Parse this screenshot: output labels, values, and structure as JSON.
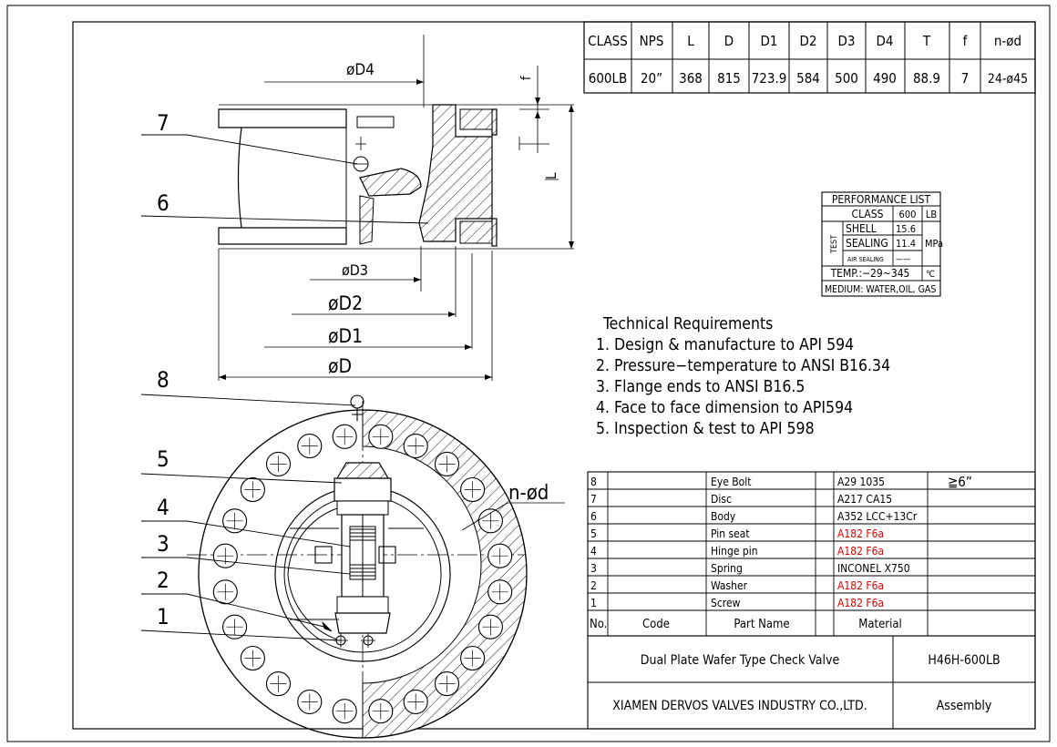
{
  "dims_table": {
    "headers": [
      "CLASS",
      "NPS",
      "L",
      "D",
      "D1",
      "D2",
      "D3",
      "D4",
      "T",
      "f",
      "n-ød"
    ],
    "values": [
      "600LB",
      "20”",
      "368",
      "815",
      "723.9",
      "584",
      "500",
      "490",
      "88.9",
      "7",
      "24-ø45"
    ]
  },
  "drawing_labels": {
    "d4": "øD4",
    "d3": "øD3",
    "d2": "øD2",
    "d1": "øD1",
    "d": "øD",
    "l": "L",
    "f": "f",
    "nd": "n-ød",
    "callouts": [
      "7",
      "6",
      "8",
      "5",
      "4",
      "3",
      "2",
      "1"
    ]
  },
  "performance": {
    "title": "PERFORMANCE LIST",
    "class_label": "CLASS",
    "class_value": "600",
    "class_unit": "LB",
    "test_label": "TEST",
    "shell_label": "SHELL",
    "shell_value": "15.6",
    "sealing_label": "SEALING",
    "sealing_value": "11.4",
    "air_label": "AIR SEALING",
    "air_value": "——",
    "pressure_unit": "MPa",
    "temp": "TEMP.:−29~345",
    "temp_unit": "℃",
    "medium": "MEDIUM: WATER,OIL, GAS"
  },
  "requirements": {
    "title": "Technical Requirements",
    "items": [
      "1. Design & manufacture to API 594",
      "2. Pressure−temperature to ANSI B16.34",
      "3. Flange ends to ANSI B16.5",
      "4. Face to face dimension to API594",
      "5. Inspection & test to API 598"
    ]
  },
  "parts": {
    "header": {
      "no": "No.",
      "code": "Code",
      "name": "Part Name",
      "material": "Material"
    },
    "note_8": "≧6”",
    "rows": [
      {
        "no": "8",
        "name": "Eye Bolt",
        "material": "A29 1035",
        "red": false
      },
      {
        "no": "7",
        "name": "Disc",
        "material": "A217 CA15",
        "red": false
      },
      {
        "no": "6",
        "name": "Body",
        "material": "A352 LCC+13Cr",
        "red": false
      },
      {
        "no": "5",
        "name": "Pin seat",
        "material": "A182 F6a",
        "red": true
      },
      {
        "no": "4",
        "name": "Hinge pin",
        "material": "A182 F6a",
        "red": true
      },
      {
        "no": "3",
        "name": "Spring",
        "material": "INCONEL X750",
        "red": false
      },
      {
        "no": "2",
        "name": "Washer",
        "material": "A182 F6a",
        "red": true
      },
      {
        "no": "1",
        "name": "Screw",
        "material": "A182 F6a",
        "red": true
      }
    ]
  },
  "title_block": {
    "product": "Dual Plate Wafer Type Check Valve",
    "model": "H46H-600LB",
    "company": "XIAMEN DERVOS VALVES INDUSTRY CO.,LTD.",
    "type": "Assembly"
  },
  "colors": {
    "line": "#000000",
    "red": "#e00000"
  }
}
